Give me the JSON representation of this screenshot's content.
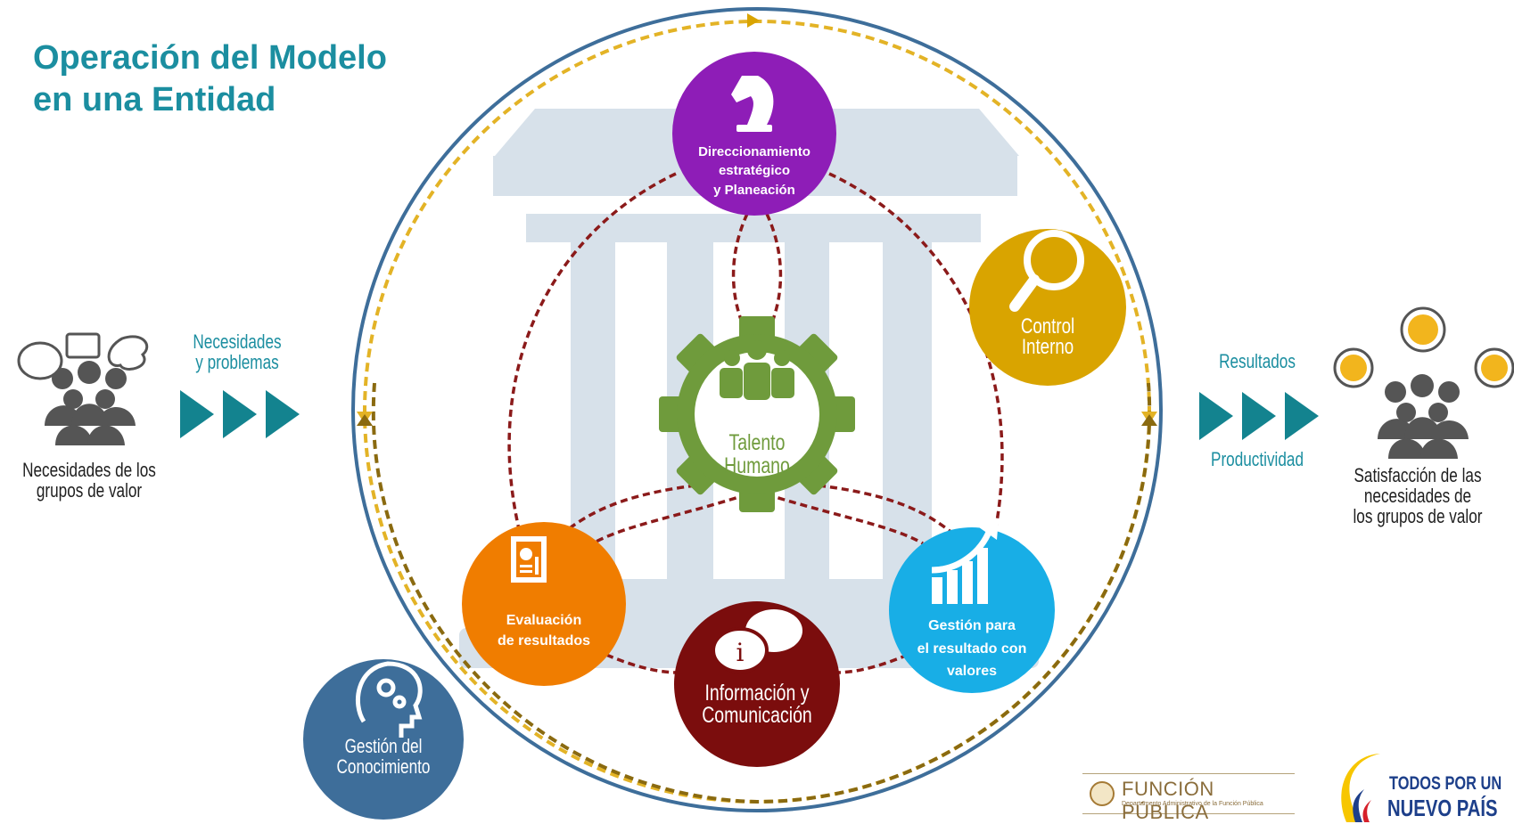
{
  "title": {
    "line1": "Operación del Modelo",
    "line2": "en una Entidad"
  },
  "left": {
    "arrow_label_1": "Necesidades",
    "arrow_label_2": "y problemas",
    "caption_1": "Necesidades de los",
    "caption_2": "grupos de valor"
  },
  "right": {
    "arrow_label_top": "Resultados",
    "arrow_label_bottom": "Productividad",
    "caption_1": "Satisfacción de las",
    "caption_2": "necesidades de",
    "caption_3": "los grupos de valor"
  },
  "nodes": {
    "direccionamiento": {
      "line1": "Direccionamiento",
      "line2": "estratégico",
      "line3": "y Planeación",
      "color": "#8e1db7",
      "icon": "chess-knight-icon"
    },
    "control": {
      "line1": "Control",
      "line2": "Interno",
      "color": "#d9a400",
      "icon": "magnifier-icon"
    },
    "talento": {
      "line1": "Talento",
      "line2": "Humano",
      "color": "#6f9b3c",
      "icon": "people-gear-icon"
    },
    "evaluacion": {
      "line1": "Evaluación",
      "line2": "de resultados",
      "color": "#f07d00",
      "icon": "report-icon"
    },
    "informacion": {
      "line1": "Información y",
      "line2": "Comunicación",
      "color": "#7b0d0d",
      "icon": "speech-bubbles-icon"
    },
    "gestion_resultado": {
      "line1": "Gestión para",
      "line2": "el resultado con",
      "line3": "valores",
      "color": "#18aee6",
      "icon": "growth-chart-icon"
    },
    "conocimiento": {
      "line1": "Gestión del",
      "line2": "Conocimiento",
      "color": "#3e6e9a",
      "icon": "head-gears-icon"
    }
  },
  "logos": {
    "funcion_publica": {
      "name": "FUNCIÓN PÚBLICA",
      "subtitle": "Departamento Administrativo de la Función Pública"
    },
    "gobierno": {
      "line1": "TODOS POR UN",
      "line2": "NUEVO PAÍS"
    }
  },
  "colors": {
    "accent": "#1b8ea0",
    "ring": "#3e6e9a",
    "dotted_ring": "#e3b326",
    "dotted_ring_dark": "#8a6a10",
    "links": "#8b1a1a",
    "building": "#d7e1ea"
  }
}
